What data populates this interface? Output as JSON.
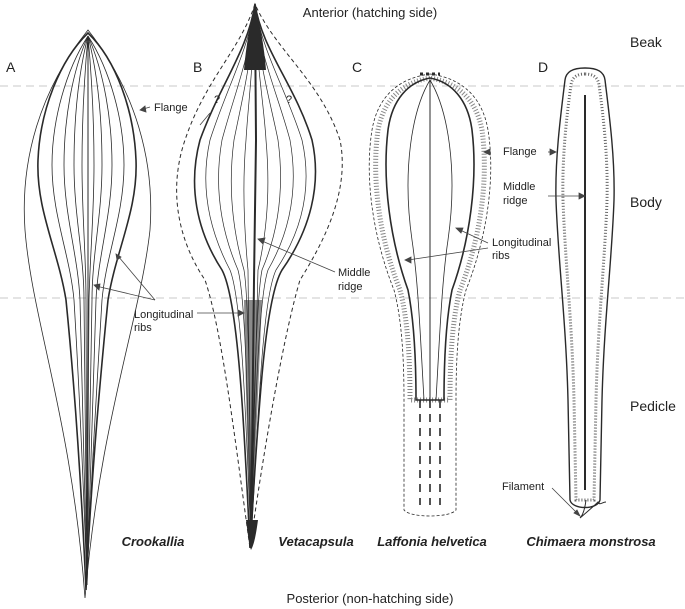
{
  "orientation": {
    "anterior": "Anterior (hatching side)",
    "posterior": "Posterior (non-hatching side)"
  },
  "zones": {
    "beak": "Beak",
    "body": "Body",
    "pedicle": "Pedicle"
  },
  "panels": [
    {
      "letter": "A",
      "species": "Crookallia"
    },
    {
      "letter": "B",
      "species": "Vetacapsula"
    },
    {
      "letter": "C",
      "species": "Laffonia helvetica"
    },
    {
      "letter": "D",
      "species": "Chimaera monstrosa"
    }
  ],
  "annotations": {
    "flange": "Flange",
    "longitudinal_line1": "Longitudinal",
    "ribs": "ribs",
    "middle": "Middle",
    "ridge": "ridge",
    "question": "?",
    "filament": "Filament"
  },
  "colors": {
    "line": "#2a2a2a",
    "divider": "#c8c8c8"
  }
}
